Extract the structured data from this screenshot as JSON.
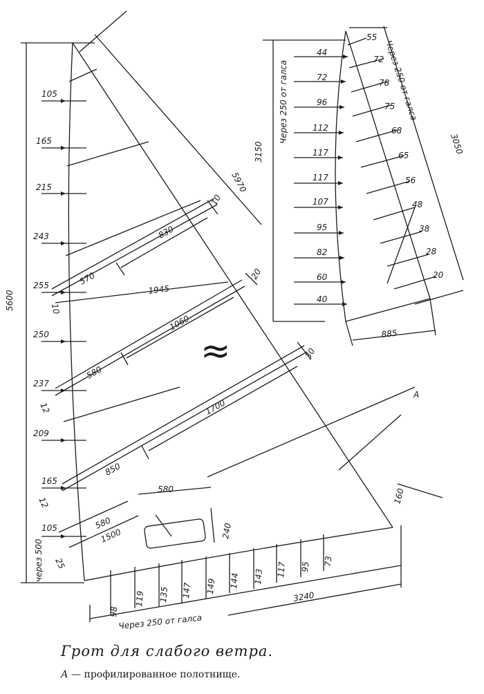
{
  "caption": {
    "title": "Грот для слабого ветра.",
    "legend_letter": "А",
    "legend_text": " — профилированное полотнище."
  },
  "luff": {
    "height": "5600",
    "reef_label": "через 500",
    "offsets": [
      "105",
      "165",
      "215",
      "243",
      "255",
      "250",
      "237",
      "209",
      "165",
      "105"
    ]
  },
  "leech": {
    "length": "5970"
  },
  "foot": {
    "length": "3240",
    "label": "Через 250 от галса",
    "offsets": [
      "98",
      "119",
      "135",
      "147",
      "149",
      "144",
      "143",
      "117",
      "95",
      "73"
    ]
  },
  "battens": [
    {
      "id": "1",
      "length": "830",
      "pocket": "570",
      "diagonal": "1945",
      "width": "10"
    },
    {
      "id": "2",
      "length": "1060",
      "pocket": "580",
      "width": "20"
    },
    {
      "id": "3",
      "length": "1700",
      "pocket": "850",
      "width": "30"
    }
  ],
  "corners": {
    "head_small": "10",
    "tack_mark1": "12",
    "tack_mark2": "12",
    "tack_mark3": "25",
    "clew": "160"
  },
  "window": {
    "width": "580",
    "height": "240",
    "inner1": "580",
    "inner2": "1500"
  },
  "panel": {
    "letter": "А",
    "height": "3150",
    "length": "3050",
    "base": "885",
    "left_label": "Через 250 от галса",
    "right_label": "Через 250 от галса",
    "left_offsets": [
      "44",
      "72",
      "96",
      "112",
      "117",
      "117",
      "107",
      "95",
      "82",
      "60",
      "40"
    ],
    "right_offsets": [
      "55",
      "72",
      "78",
      "75",
      "68",
      "65",
      "56",
      "48",
      "38",
      "28",
      "20"
    ]
  },
  "symbol": "≈"
}
